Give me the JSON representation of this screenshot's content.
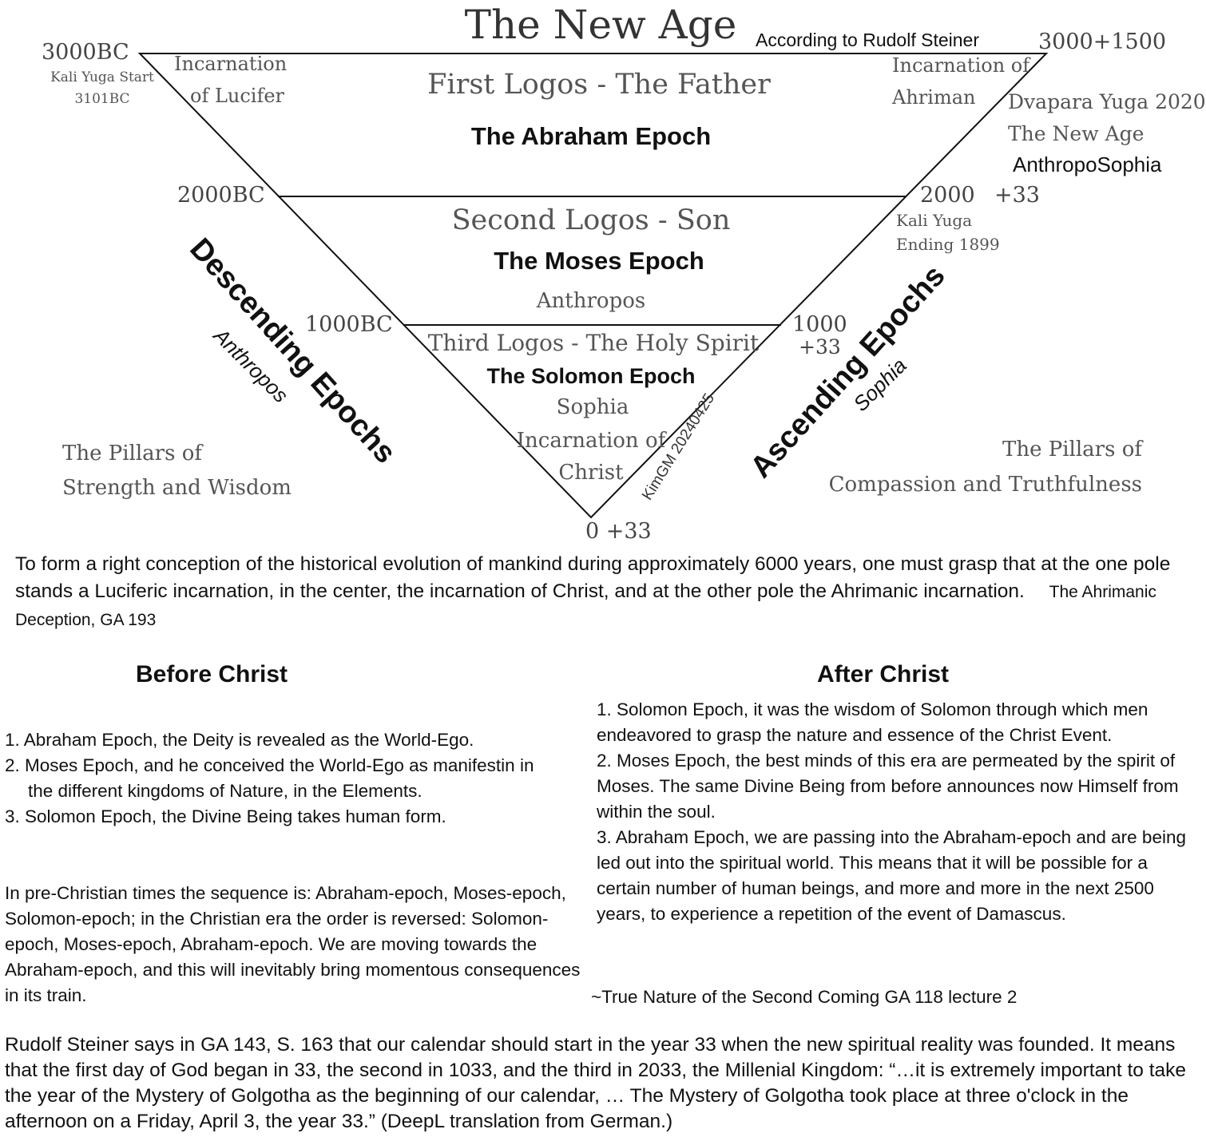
{
  "diagram": {
    "title": "The New Age",
    "subtitle": "According to Rudolf Steiner",
    "top_left": {
      "date": "3000BC",
      "note1": "Kali Yuga Start",
      "note2": "3101BC"
    },
    "top_right": {
      "date": "3000+1500",
      "note1": "Dvapara Yuga 2020",
      "note2": "The New Age",
      "note3": "AnthropoSophia"
    },
    "lucifer": {
      "line1": "Incarnation",
      "line2": "of Lucifer"
    },
    "ahriman": {
      "line1": "Incarnation of",
      "line2": "Ahriman"
    },
    "band1": {
      "logos": "First Logos - The Father",
      "epoch": "The Abraham Epoch"
    },
    "left_2000": "2000BC",
    "right_2000": {
      "date": "2000",
      "plus": "+33",
      "note1": "Kali Yuga",
      "note2": "Ending 1899"
    },
    "band2": {
      "logos": "Second Logos - Son",
      "epoch": "The Moses Epoch",
      "note": "Anthropos"
    },
    "left_1000": "1000BC",
    "right_1000": {
      "date": "1000",
      "plus": "+33"
    },
    "band3": {
      "logos": "Third Logos - The Holy Spirit",
      "epoch": "The Solomon Epoch",
      "note1": "Sophia",
      "note2": "Incarnation of",
      "note3": "Christ"
    },
    "signature": "KimGM 20240425",
    "bottom": "0  +33",
    "descending": {
      "label": "Descending Epochs",
      "sub": "Anthropos"
    },
    "ascending": {
      "label": "Ascending Epochs",
      "sub": "Sophia"
    },
    "pillars_left": {
      "line1": "The Pillars of",
      "line2": "Strength and Wisdom"
    },
    "pillars_right": {
      "line1": "The Pillars of",
      "line2": "Compassion and Truthfulness"
    }
  },
  "quote": {
    "text": "To form a right conception of the historical evolution of mankind during approximately 6000 years, one must grasp that at the one pole stands a Luciferic incarnation, in the center, the incarnation of Christ, and at the other pole the Ahrimanic incarnation.",
    "source": "The Ahrimanic Deception, GA 193"
  },
  "before_christ": {
    "heading": "Before Christ",
    "items": [
      "1. Abraham Epoch, the Deity is revealed as the World-Ego.",
      "2. Moses Epoch, and he conceived the World-Ego as manifestin in the different kingdoms of Nature, in the Elements.",
      "3. Solomon Epoch, the Divine Being takes human form."
    ],
    "paragraph": "In pre-Christian times the sequence is: Abraham-epoch, Moses-epoch, Solomon-epoch; in the Christian era the order is reversed: Solomon-epoch, Moses-epoch, Abraham-epoch. We are moving towards the Abraham-epoch, and this will inevitably bring momentous consequences in its train."
  },
  "after_christ": {
    "heading": "After Christ",
    "items": [
      "1. Solomon Epoch, it was the wisdom of Solomon through which men endeavored to grasp the nature and essence of the Christ Event.",
      "2. Moses Epoch, the best minds of this era are permeated by the spirit of Moses. The same Divine Being from before announces now Himself from within the soul.",
      "3. Abraham Epoch, we are passing into the Abraham-epoch and are being led out into the spiritual world. This means that it will be possible for a certain number of human beings, and more and more in the next 2500 years, to experience a repetition of the event of Damascus."
    ],
    "source": "~True Nature of the Second Coming GA 118 lecture 2"
  },
  "footer": {
    "text": "Rudolf Steiner says in GA 143, S. 163 that our calendar should start in the year 33 when the new spiritual reality was founded. It means that the first day of God began in 33, the second in 1033, and the third in 2033, the Millenial Kingdom: “…it is extremely important to take the year of the Mystery of Golgotha as the beginning of our calendar, … The Mystery of Golgotha took place at three o'clock in the afternoon on a Friday, April 3, the year 33.” (DeepL translation from German.)"
  }
}
